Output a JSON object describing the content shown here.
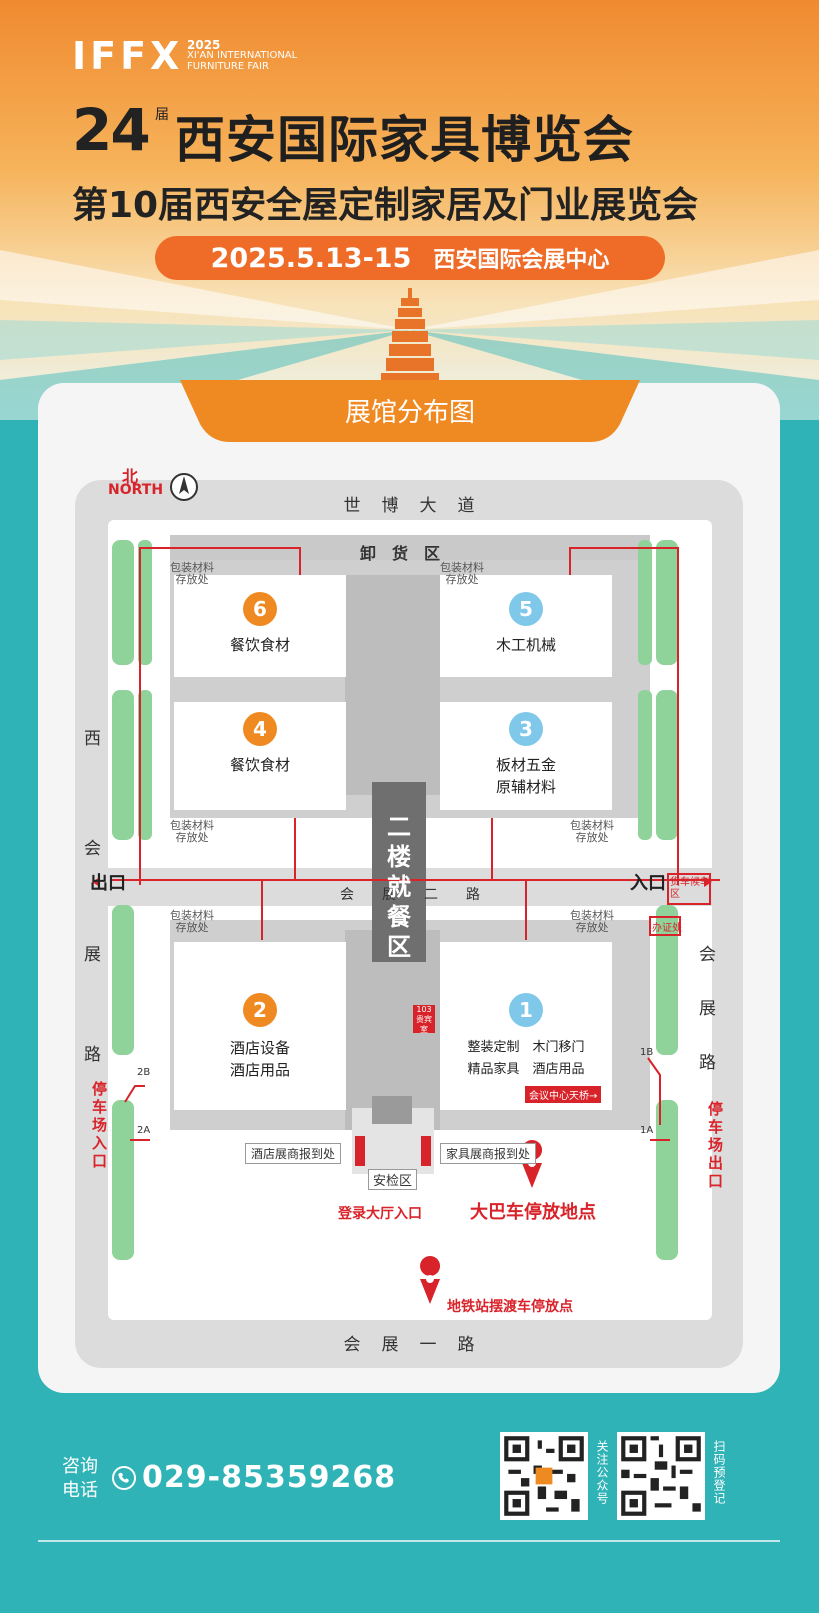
{
  "header": {
    "logo_mark": "IFFX",
    "logo_year": "2025",
    "logo_en_line1": "XI'AN INTERNATIONAL",
    "logo_en_line2": "FURNITURE FAIR",
    "edition_number": "24",
    "edition_suffix": "届",
    "title_main": "西安国际家具博览会",
    "title_sub": "第10届西安全屋定制家居及门业展览会",
    "date": "2025.5.13-15",
    "venue": "西安国际会展中心"
  },
  "map": {
    "title": "展馆分布图",
    "north_cn": "北",
    "north_en": "NORTH",
    "roads": {
      "north": "世　博　大　道",
      "south": "会　展　一　路",
      "middle": "会　　展　　二　　路",
      "west_chars": [
        "西",
        "会",
        "展",
        "路"
      ],
      "east_chars": [
        "会",
        "展",
        "路"
      ]
    },
    "unloading_area": "卸　货　区",
    "dining": "二楼就餐区",
    "exit": "出口",
    "entrance": "入口",
    "truck_waiting": "货车候车区",
    "certificate_office": "办证处",
    "parking_entrance": "停车场入口",
    "parking_exit": "停车场出口",
    "registration_hall": "登录大厅入口",
    "security_area": "安检区",
    "hotel_exhibitor_reg": "酒店展商报到处",
    "furniture_exhibitor_reg": "家具展商报到处",
    "vip_room": "103贵宾室",
    "conference_bridge": "会议中心天桥→",
    "bus_parking": "大巴车停放地点",
    "metro_shuttle": "地铁站摆渡车停放点",
    "packaging_storage_1": "包装材料",
    "packaging_storage_2": "存放处",
    "gate_labels": [
      "2B",
      "2A",
      "1B",
      "1A"
    ],
    "halls": [
      {
        "number": "6",
        "line1": "餐饮食材",
        "line2": "",
        "color": "#ef8a23"
      },
      {
        "number": "5",
        "line1": "木工机械",
        "line2": "",
        "color": "#7fc8ea"
      },
      {
        "number": "4",
        "line1": "餐饮食材",
        "line2": "",
        "color": "#ef8a23"
      },
      {
        "number": "3",
        "line1": "板材五金",
        "line2": "原辅材料",
        "color": "#7fc8ea"
      },
      {
        "number": "2",
        "line1": "酒店设备",
        "line2": "酒店用品",
        "color": "#ef8a23"
      },
      {
        "number": "1",
        "line1": "整装定制　木门移门",
        "line2": "精品家具　酒店用品",
        "color": "#7fc8ea"
      }
    ],
    "colors": {
      "accent_orange": "#ef8a23",
      "accent_blue": "#7fc8ea",
      "route_red": "#d9232a",
      "green_belt": "#8fd39a"
    }
  },
  "footer": {
    "contact_label_1": "咨询",
    "contact_label_2": "电话",
    "phone": "029-85359268",
    "qr1_caption": "关注公众号",
    "qr2_caption": "扫码预登记"
  }
}
